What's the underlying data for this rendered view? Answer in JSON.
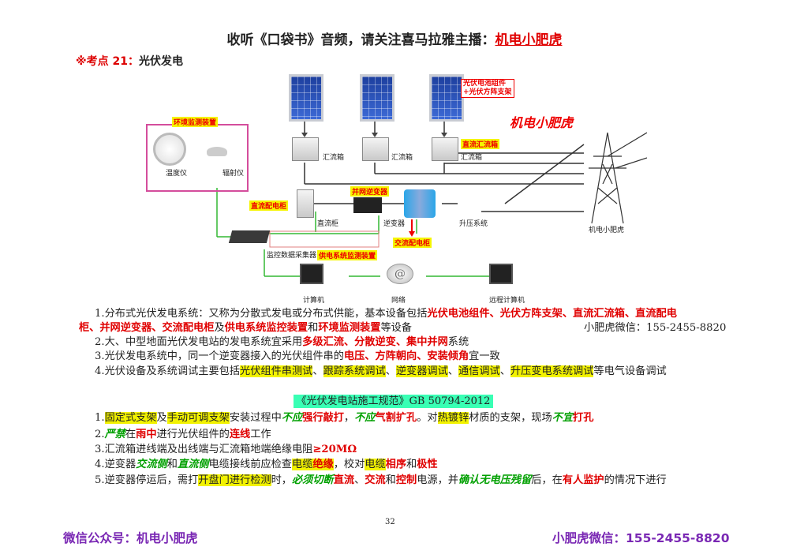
{
  "header": {
    "title_prefix": "收听《口袋书》音频，请关注喜马拉雅主播：",
    "title_name": "机电小肥虎"
  },
  "kaodian": {
    "mark": "※考点 21：",
    "topic": "光伏发电"
  },
  "diagram": {
    "panel_label_1": "光伏电池组件",
    "panel_label_2": "+光伏方阵支架",
    "env_title": "环境监测装置",
    "thermo": "温度仪",
    "radiometer": "辐射仪",
    "combiner1": "汇流箱",
    "combiner2": "汇流箱",
    "dc_combiner": "直流汇流箱",
    "dc_cabinet_label": "直流配电柜",
    "dc_cabinet": "直流柜",
    "inverter_label": "并网逆变器",
    "inverter": "逆变器",
    "ac_cabinet_label": "交流配电柜",
    "boost": "升压系统",
    "brand": "机电小肥虎",
    "tower": "机电小肥虎",
    "collector": "监控数据采集器",
    "monitor_title": "供电系统监测装置",
    "computer": "计算机",
    "network": "网络",
    "remote_computer": "远程计算机"
  },
  "p1": {
    "a": "1.分布式光伏发电系统：又称为分散式发电或分布式供能，基本设备包括",
    "b": "光伏电池组件、光伏方阵支架、直流汇流箱、直流配电",
    "c": "柜、并网逆变器、交流配电柜",
    "d": "及",
    "e": "供电系统监控装置",
    "f": "和",
    "g": "环境监测装置",
    "h": "等设备",
    "contact": "小肥虎微信：155-2455-8820"
  },
  "p2": {
    "a": "2.大、中型地面光伏发电站的发电系统宜采用",
    "b": "多级汇流、分散逆变、集中并网",
    "c": "系统"
  },
  "p3": {
    "a": "3.光伏发电系统中，同一个逆变器接入的光伏组件串的",
    "b": "电压、方阵朝向、安装倾角",
    "c": "宜一致"
  },
  "p4": {
    "a": "4.光伏设备及系统调试主要包括",
    "b": "光伏组件串测试",
    "s1": "、",
    "c": "跟踪系统调试",
    "s2": "、",
    "d": "逆变器调试",
    "s3": "、",
    "e": "通信调试",
    "s4": "、",
    "f": "升压变电系统调试",
    "g": "等电气设备调试"
  },
  "standard": "《光伏发电站施工规范》GB 50794-2012",
  "r1": {
    "a": "1.",
    "b": "固定式支架",
    "c": "及",
    "d": "手动可调支架",
    "e": "安装过程中",
    "f": "不应",
    "g": "强行敲打",
    "h": "，",
    "i": "不应",
    "j": "气割扩孔",
    "k": "。对",
    "l": "热镀锌",
    "m": "材质的支架，现场",
    "n": "不宜",
    "o": "打孔"
  },
  "r2": {
    "a": "2.",
    "b": "严禁",
    "c": "在",
    "d": "雨中",
    "e": "进行光伏组件的",
    "f": "连线",
    "g": "工作"
  },
  "r3": {
    "a": "3.汇流箱进线端及出线端与汇流箱地端绝缘电阻",
    "b": "≥20MΩ"
  },
  "r4": {
    "a": "4.逆变器",
    "b": "交流侧",
    "c": "和",
    "d": "直流侧",
    "e": "电缆接线前应检查",
    "f": "电缆",
    "g": "绝缘",
    "h": "，校对",
    "i": "电缆",
    "j": "相序",
    "k": "和",
    "l": "极性"
  },
  "r5": {
    "a": "5.逆变器停运后，需打",
    "b": "开盘门进行检测",
    "c": "时，",
    "d": "必须切断",
    "e": "直流",
    "f": "、",
    "g": "交流",
    "h": "和",
    "i": "控制",
    "j": "电源，并",
    "k": "确认无电压残留",
    "l": "后，在",
    "m": "有人监护",
    "n": "的情况下进行"
  },
  "page_number": "32",
  "footer": {
    "left": "微信公众号：机电小肥虎",
    "right": "小肥虎微信：155-2455-8820"
  },
  "colors": {
    "red": "#e00000",
    "highlight": "#f2f200",
    "green": "#00a000",
    "footer": "#7a28b4",
    "standard_bg": "#39ffb4"
  }
}
